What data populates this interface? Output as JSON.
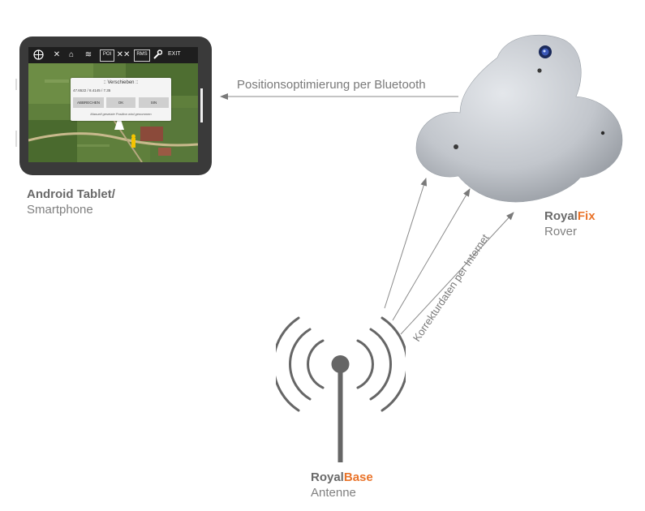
{
  "tablet": {
    "label_line1": "Android Tablet/",
    "label_line2": "Smartphone",
    "toolbar": {
      "icons": [
        "gps-globe-icon",
        "satellite-icon",
        "ntrip-icon",
        "layers-icon",
        "point-icon",
        "measure-icon",
        "rms-icon",
        "wrench-icon"
      ],
      "point_label": "POI",
      "rms_label": "RMS",
      "exit_label": "EXIT"
    },
    "dialog": {
      "title": ":: Verschieben ::",
      "coords": "47.6522 / 8.4145 / 7.35",
      "buttons": [
        "ABBRECHEN",
        "OK",
        "SIN"
      ],
      "hint": "Manuell gesetzte Position wird genommen"
    }
  },
  "rover": {
    "brand_prefix": "Royal",
    "brand_accent": "Fix",
    "sub": "Rover"
  },
  "base": {
    "brand_prefix": "Royal",
    "brand_accent": "Base",
    "sub": "Antenne"
  },
  "links": {
    "bluetooth": "Positionsoptimierung per Bluetooth",
    "internet": "Korrekturdaten per Internet"
  },
  "colors": {
    "accent": "#e9742b",
    "text": "#6e6e6e",
    "arrow": "#7a7a7a",
    "antenna": "#666666",
    "rover_body": "#bfc3c9"
  }
}
